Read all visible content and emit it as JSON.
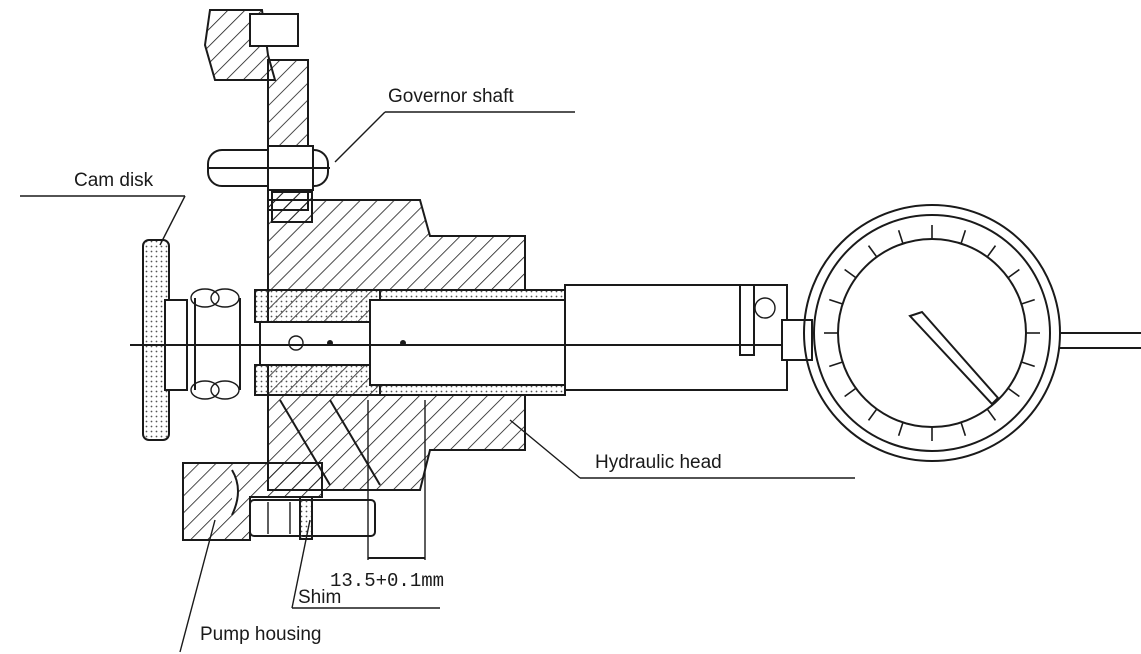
{
  "labels": {
    "governor_shaft": "Governor shaft",
    "cam_disk": "Cam disk",
    "hydraulic_head": "Hydraulic head",
    "shim": "Shim",
    "pump_housing": "Pump housing",
    "dimension": "13.5+0.1mm"
  },
  "colors": {
    "ink": "#1a1a1a",
    "paper": "#ffffff"
  }
}
